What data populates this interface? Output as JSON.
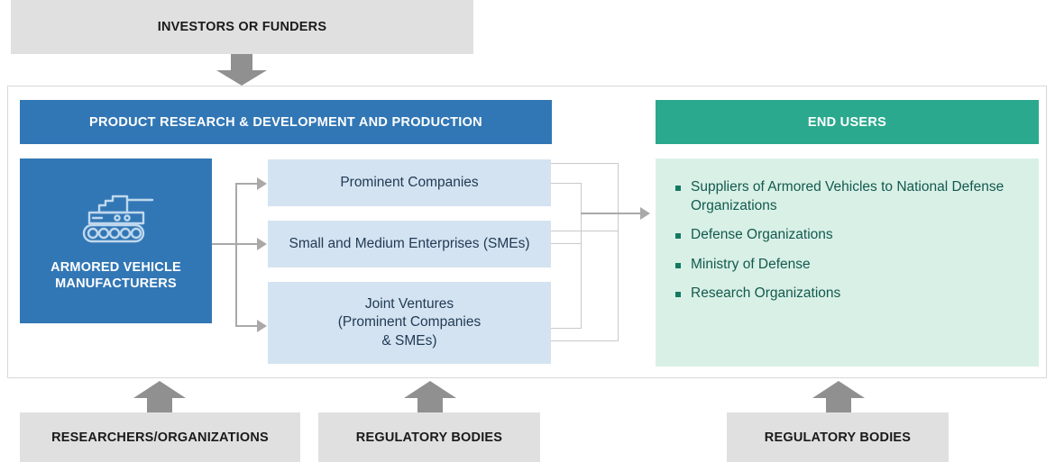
{
  "top": {
    "investors_label": "INVESTORS OR FUNDERS",
    "down_arrow_icon": "down-block-arrow-icon"
  },
  "left_section": {
    "header": "PRODUCT RESEARCH & DEVELOPMENT AND PRODUCTION",
    "manufacturer": {
      "icon": "tank-icon",
      "label_line1": "ARMORED VEHICLE",
      "label_line2": "MANUFACTURERS"
    },
    "nodes": [
      {
        "label": "Prominent Companies"
      },
      {
        "label": "Small and Medium Enterprises (SMEs)"
      },
      {
        "label_line1": "Joint Ventures",
        "label_line2": "(Prominent Companies",
        "label_line3": "& SMEs)"
      }
    ]
  },
  "right_section": {
    "header": "END USERS",
    "items": [
      "Suppliers of Armored Vehicles to National Defense Organizations",
      "Defense Organizations",
      "Ministry of Defense",
      "Research Organizations"
    ]
  },
  "bottom": {
    "boxes": [
      {
        "label": "RESEARCHERS/ORGANIZATIONS",
        "arrow_icon": "up-block-arrow-icon"
      },
      {
        "label": "REGULATORY BODIES",
        "arrow_icon": "up-block-arrow-icon"
      },
      {
        "label": "REGULATORY BODIES",
        "arrow_icon": "up-block-arrow-icon"
      }
    ]
  },
  "colors": {
    "blue": "#3277b5",
    "green": "#2ba98e",
    "light_blue": "#d3e3f1",
    "light_green": "#d9f0e7",
    "gray": "#e0e0e0",
    "arrow_gray": "#909090",
    "connector_gray": "#a9a9a9"
  }
}
